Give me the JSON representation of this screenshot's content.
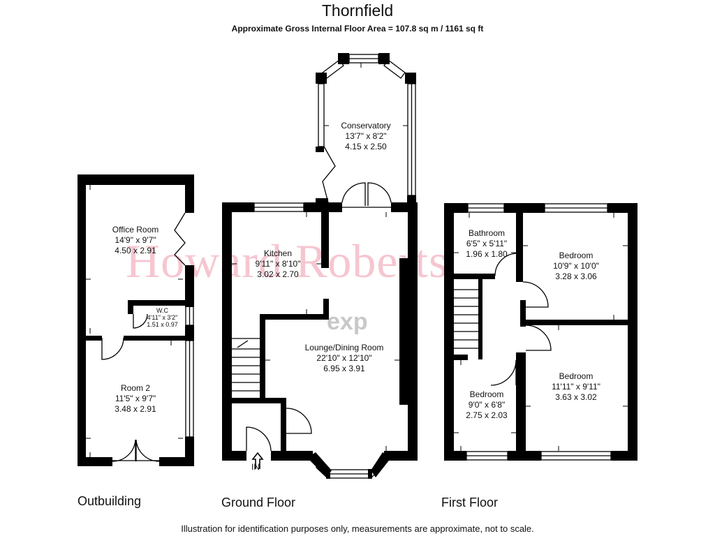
{
  "header": {
    "title": "Thornfield",
    "subtitle": "Approximate Gross Internal Floor Area  = 107.8 sq m  / 1161 sq ft"
  },
  "watermark": "Howard Roberts",
  "logo": "exp",
  "entrance_label": "IN",
  "floors": {
    "outbuilding": "Outbuilding",
    "ground": "Ground Floor",
    "first": "First Floor"
  },
  "rooms": {
    "office": {
      "name": "Office Room",
      "imperial": "14'9\" x 9'7\"",
      "metric": "4.50 x 2.91"
    },
    "wc": {
      "name": "W.C",
      "imperial": "4'11\" x 3'2\"",
      "metric": "1.51 x 0.97"
    },
    "room2": {
      "name": "Room 2",
      "imperial": "11'5\" x 9'7\"",
      "metric": "3.48 x 2.91"
    },
    "conservatory": {
      "name": "Conservatory",
      "imperial": "13'7\" x 8'2\"",
      "metric": "4.15 x 2.50"
    },
    "kitchen": {
      "name": "Kitchen",
      "imperial": "9'11\" x 8'10\"",
      "metric": "3.02 x 2.70"
    },
    "lounge": {
      "name": "Lounge/Dining Room",
      "imperial": "22'10\" x 12'10\"",
      "metric": "6.95 x 3.91"
    },
    "bathroom": {
      "name": "Bathroom",
      "imperial": "6'5\" x 5'11\"",
      "metric": "1.96 x 1.80"
    },
    "bedroom1": {
      "name": "Bedroom",
      "imperial": "10'9\" x 10'0\"",
      "metric": "3.28 x 3.06"
    },
    "bedroom2": {
      "name": "Bedroom",
      "imperial": "11'11\" x 9'11\"",
      "metric": "3.63 x 3.02"
    },
    "bedroom3": {
      "name": "Bedroom",
      "imperial": "9'0\" x 6'8\"",
      "metric": "2.75 x 2.03"
    }
  },
  "footer": "Illustration for identification purposes only, measurements are approximate, not to scale.",
  "colors": {
    "wall": "#000000",
    "watermark": "#f6c6d0",
    "logo": "#c8c8c8"
  }
}
